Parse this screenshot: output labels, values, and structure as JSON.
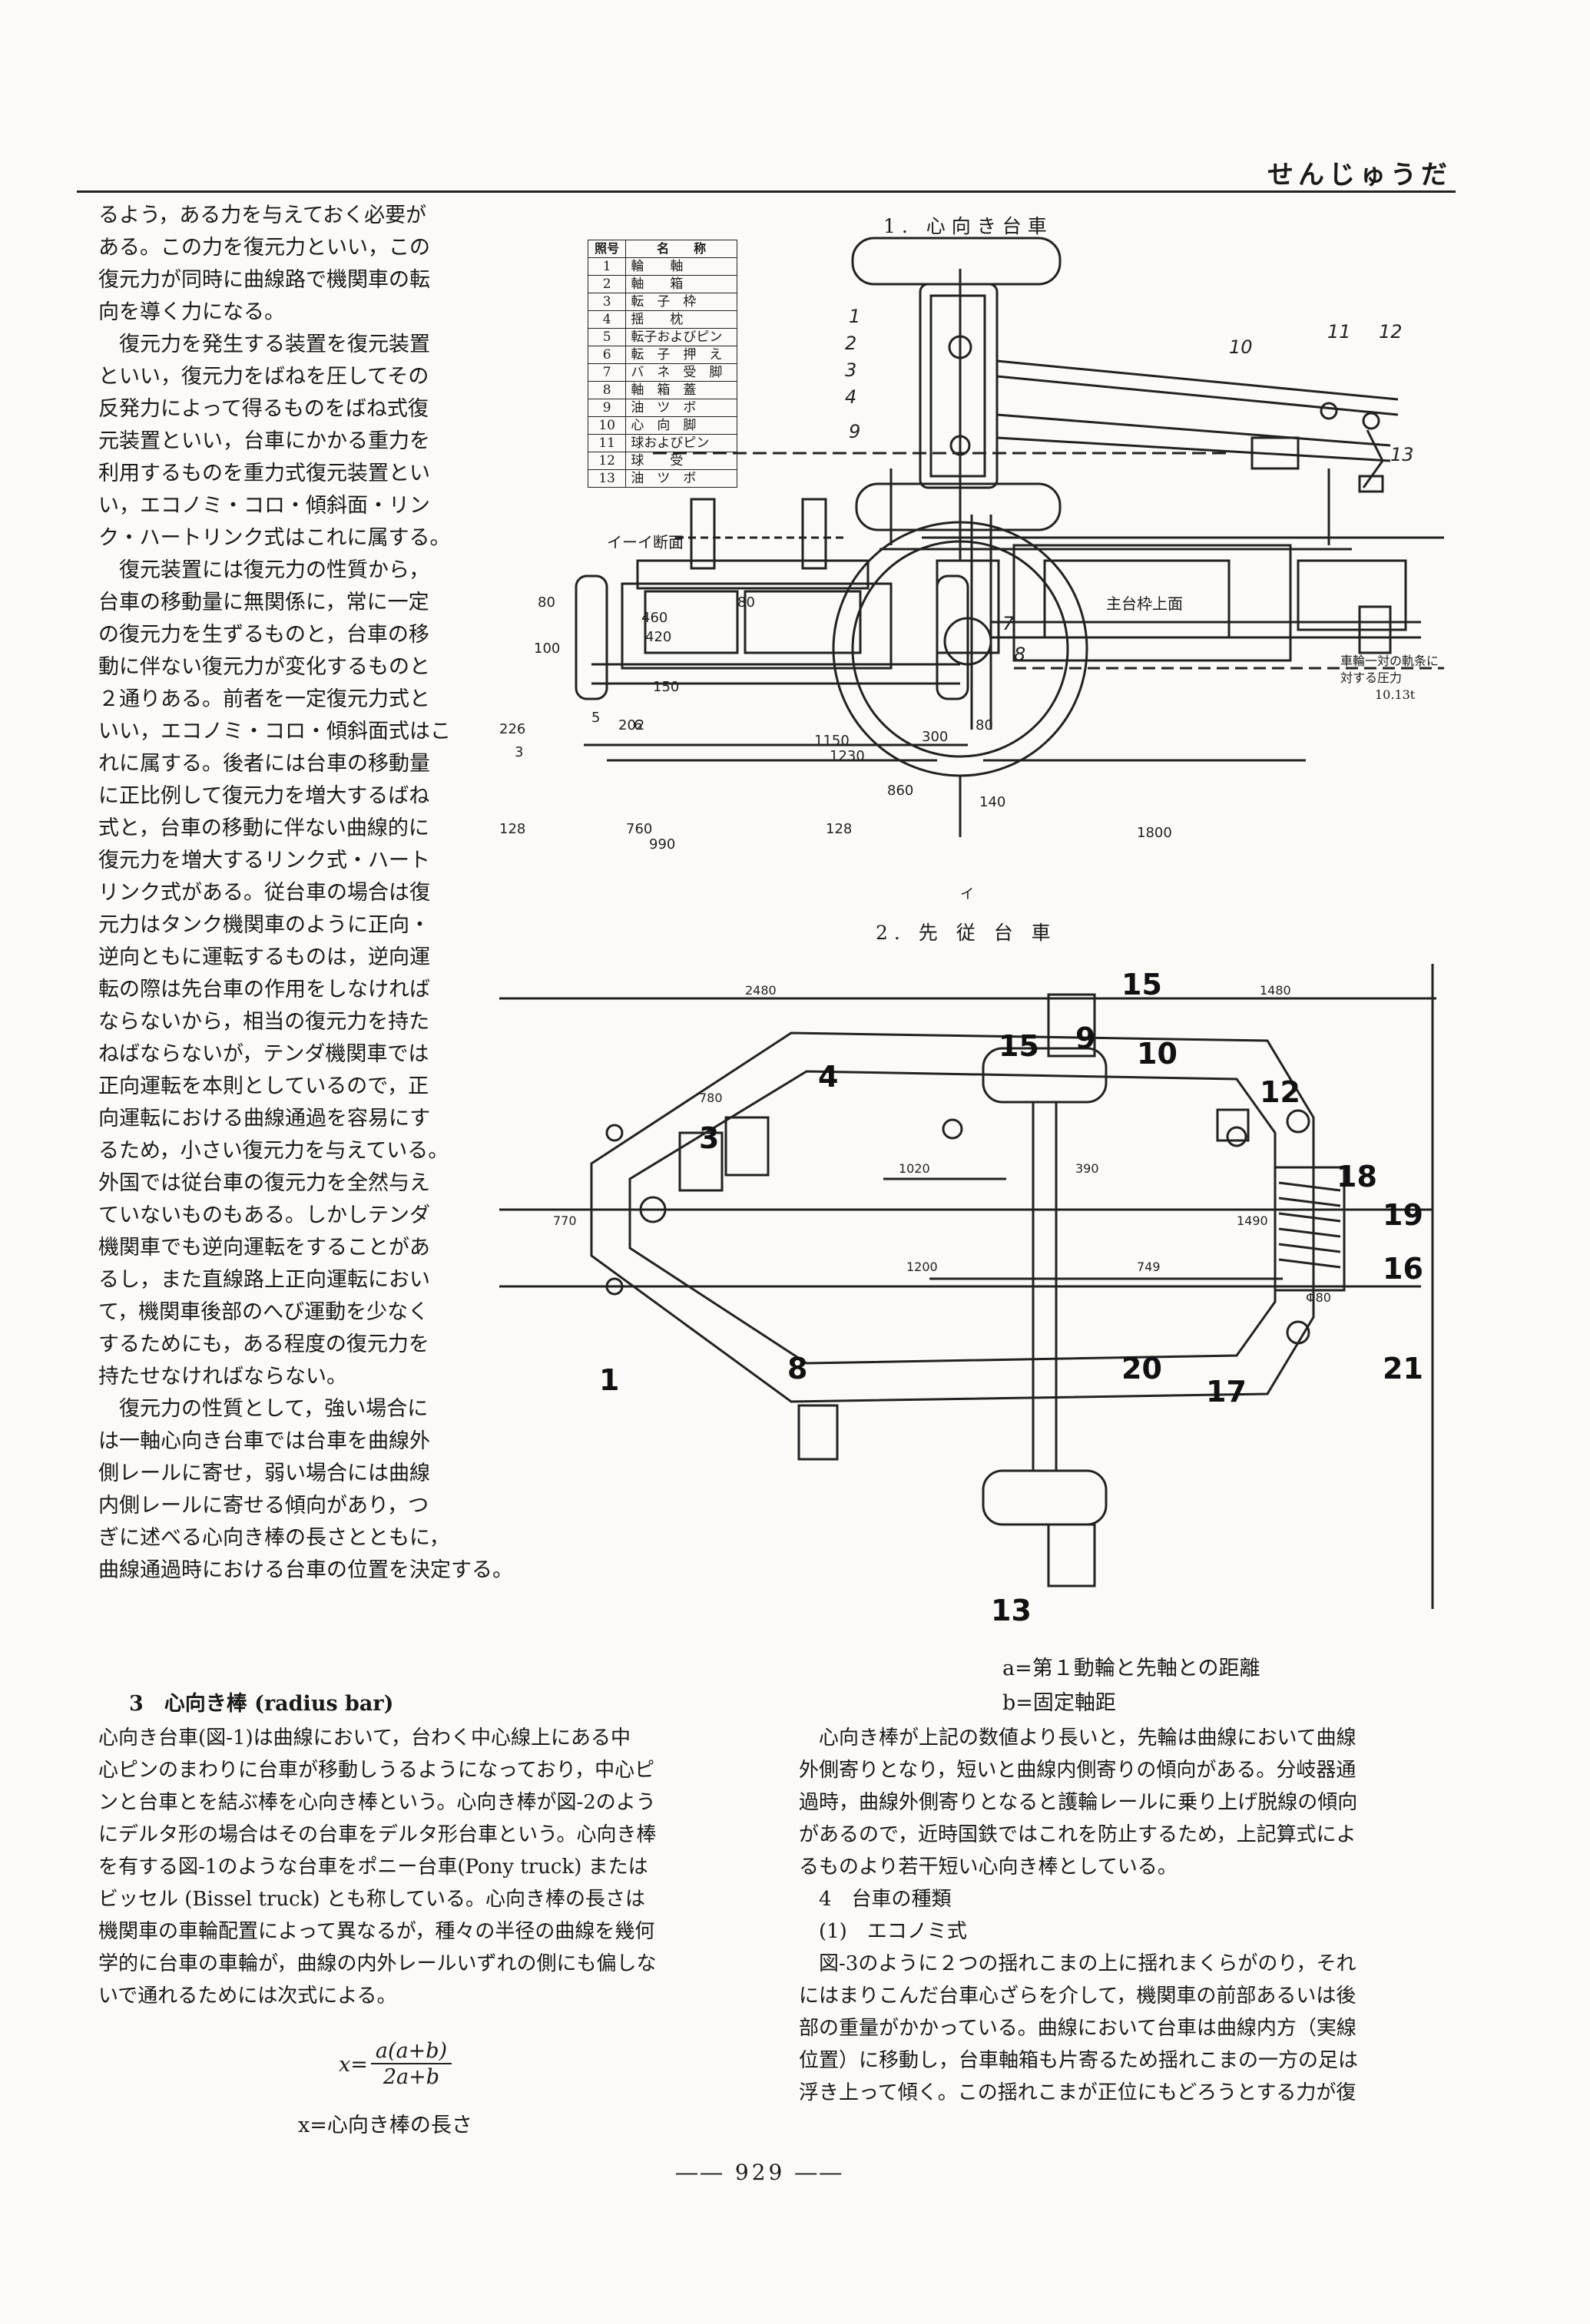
{
  "header": {
    "title": "せんじゅうだ"
  },
  "left_column_lines": [
    "るよう，ある力を与えておく必要が",
    "ある。この力を復元力といい，この",
    "復元力が同時に曲線路で機関車の転",
    "向を導く力になる。",
    "　復元力を発生する装置を復元装置",
    "といい，復元力をばねを圧してその",
    "反発力によって得るものをばね式復",
    "元装置といい，台車にかかる重力を",
    "利用するものを重力式復元装置とい",
    "い，エコノミ・コロ・傾斜面・リン",
    "ク・ハートリンク式はこれに属する。",
    "　復元装置には復元力の性質から，",
    "台車の移動量に無関係に，常に一定",
    "の復元力を生ずるものと，台車の移",
    "動に伴ない復元力が変化するものと",
    "２通りある。前者を一定復元力式と",
    "いい，エコノミ・コロ・傾斜面式はこ",
    "れに属する。後者には台車の移動量",
    "に正比例して復元力を増大するばね",
    "式と，台車の移動に伴ない曲線的に",
    "復元力を増大するリンク式・ハート",
    "リンク式がある。従台車の場合は復",
    "元力はタンク機関車のように正向・",
    "逆向ともに運転するものは，逆向運",
    "転の際は先台車の作用をしなければ",
    "ならないから，相当の復元力を持た",
    "ねばならないが，テンダ機関車では",
    "正向運転を本則としているので，正",
    "向運転における曲線通過を容易にす",
    "るため，小さい復元力を与えている。",
    "外国では従台車の復元力を全然与え",
    "ていないものもある。しかしテンダ",
    "機関車でも逆向運転をすることがあ",
    "るし，また直線路上正向運転におい",
    "て，機関車後部のへび運動を少なく",
    "するためにも，ある程度の復元力を",
    "持たせなければならない。",
    "　復元力の性質として，強い場合に",
    "は一軸心向き台車では台車を曲線外",
    "側レールに寄せ，弱い場合には曲線",
    "内側レールに寄せる傾向があり，つ",
    "ぎに述べる心向き棒の長さとともに，",
    "曲線通過時における台車の位置を決定する。"
  ],
  "section3_heading": "3　心向き棒 (radius bar)",
  "bottom_left_lines": [
    "心向き台車(図-1)は曲線において，台わく中心線上にある中",
    "心ピンのまわりに台車が移動しうるようになっており，中心ピ",
    "ンと台車とを結ぶ棒を心向き棒という。心向き棒が図-2のよう",
    "にデルタ形の場合はその台車をデルタ形台車という。心向き棒",
    "を有する図-1のような台車をポニー台車(Pony truck) または",
    "ビッセル (Bissel truck) とも称している。心向き棒の長さは",
    "機関車の車輪配置によって異なるが，種々の半径の曲線を幾何",
    "学的に台車の車輪が，曲線の内外レールいずれの側にも偏しな",
    "いで通れるためには次式による。"
  ],
  "formula": {
    "lhs": "x=",
    "numerator": "a(a+b)",
    "denominator": "2a+b",
    "definition": "x=心向き棒の長さ"
  },
  "definitions": [
    "a=第１動輪と先軸との距離",
    "b=固定軸距"
  ],
  "bottom_right_lines": [
    "　心向き棒が上記の数値より長いと，先輪は曲線において曲線",
    "外側寄りとなり，短いと曲線内側寄りの傾向がある。分岐器通",
    "過時，曲線外側寄りとなると護輪レールに乗り上げ脱線の傾向",
    "があるので，近時国鉄ではこれを防止するため，上記算式によ",
    "るものより若干短い心向き棒としている。",
    "　4　台車の種類",
    "　(1)　エコノミ式",
    "　図-3のように２つの揺れこまの上に揺れまくらがのり，それ",
    "にはまりこんだ台車心ざらを介して，機関車の前部あるいは後",
    "部の重量がかかっている。曲線において台車は曲線内方（実線",
    "位置）に移動し，台車軸箱も片寄るため揺れこまの一方の足は",
    "浮き上って傾く。この揺れこまが正位にもどろうとする力が復"
  ],
  "fig1": {
    "caption": "1. 心向き台車",
    "table_headers": [
      "照号",
      "名　　称"
    ],
    "parts": [
      [
        "1",
        "輪　　軸"
      ],
      [
        "2",
        "軸　　箱"
      ],
      [
        "3",
        "転　子　枠"
      ],
      [
        "4",
        "揺　　枕"
      ],
      [
        "5",
        "転子およびピン"
      ],
      [
        "6",
        "転　子　押　え"
      ],
      [
        "7",
        "バ　ネ　受　脚"
      ],
      [
        "8",
        "軸　箱　蓋"
      ],
      [
        "9",
        "油　ツ　ボ"
      ],
      [
        "10",
        "心　向　脚"
      ],
      [
        "11",
        "球およびピン"
      ],
      [
        "12",
        "球　　受"
      ],
      [
        "13",
        "油　ツ　ボ"
      ]
    ],
    "section_label": "イーイ断面",
    "frame_label": "主台枠上面",
    "note_lines": [
      "車輪一対の軌条に",
      "対する圧力",
      "10.13t"
    ],
    "marker": "イ",
    "dims": [
      "80",
      "460",
      "420",
      "80",
      "100",
      "150",
      "1150",
      "1230",
      "226",
      "202",
      "5",
      "6",
      "760",
      "990",
      "128",
      "128",
      "300",
      "860",
      "140",
      "80",
      "1800",
      "3"
    ],
    "callouts": [
      "1",
      "2",
      "3",
      "4",
      "9",
      "10",
      "11",
      "12",
      "13",
      "7",
      "8"
    ]
  },
  "fig2": {
    "caption": "2. 先 従 台 車",
    "callouts": [
      "15",
      "15",
      "9",
      "10",
      "12",
      "4",
      "3",
      "18",
      "19",
      "16",
      "1",
      "8",
      "20",
      "17",
      "21",
      "13"
    ],
    "dims": [
      "2480",
      "1480",
      "1020",
      "390",
      "1200",
      "749",
      "780",
      "770",
      "1490",
      "Φ80"
    ]
  },
  "page_number": "―― 929 ――"
}
